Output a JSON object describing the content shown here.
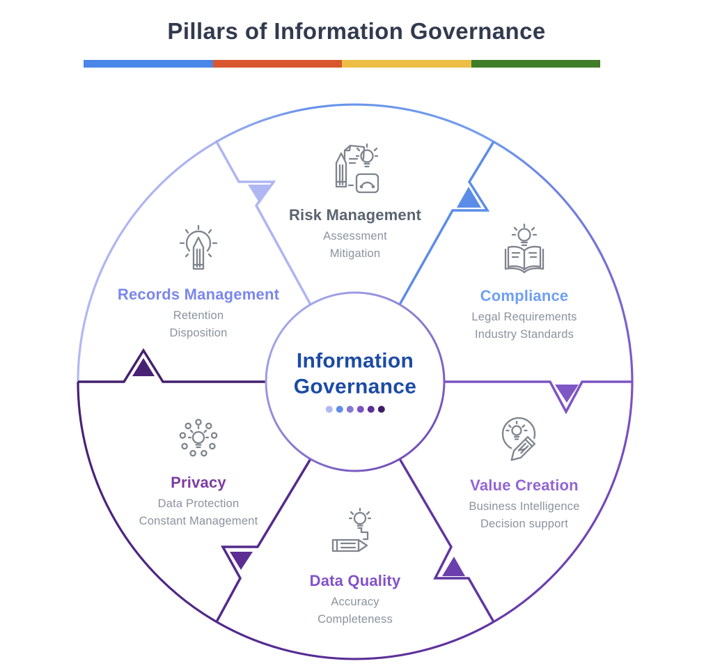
{
  "header": {
    "title": "Pillars of Information Governance",
    "bar_colors": [
      "#4a86e8",
      "#d8572e",
      "#ecbe45",
      "#3f7d28"
    ]
  },
  "center": {
    "line1": "Information",
    "line2": "Governance",
    "text_color": "#1c4ba6",
    "dot_colors": [
      "#b2b8f2",
      "#5f8de9",
      "#8679d2",
      "#7b51c3",
      "#5a3095",
      "#3f1d66"
    ]
  },
  "segments": [
    {
      "title": "Risk Management",
      "items": [
        "Assessment",
        "Mitigation"
      ],
      "title_color": "#5b6370",
      "icon": "document-pencil-lightbulb-gauge-icon"
    },
    {
      "title": "Compliance",
      "items": [
        "Legal Requirements",
        "Industry Standards"
      ],
      "title_color": "#6f9ff2",
      "icon": "open-book-lightbulb-icon"
    },
    {
      "title": "Records Management",
      "items": [
        "Retention",
        "Disposition"
      ],
      "title_color": "#7b87ec",
      "icon": "pencil-idea-rays-icon"
    },
    {
      "title": "Privacy",
      "items": [
        "Data Protection",
        "Constant Management"
      ],
      "title_color": "#7d3ca3",
      "icon": "lightbulb-dot-ring-icon"
    },
    {
      "title": "Data Quality",
      "items": [
        "Accuracy",
        "Completeness"
      ],
      "title_color": "#8151cb",
      "icon": "pencil-wire-lightbulb-icon"
    },
    {
      "title": "Value Creation",
      "items": [
        "Business Intelligence",
        "Decision support"
      ],
      "title_color": "#9165d6",
      "icon": "lightbulb-pencil-circle-icon"
    }
  ],
  "wheel": {
    "boundary_colors": {
      "records_risk": "#aeb5f2",
      "risk_compliance": "#5b8ce8",
      "compliance_value": "#7c54c4",
      "value_data": "#6036a0",
      "data_privacy": "#542a8c",
      "privacy_records": "#45206e"
    }
  }
}
